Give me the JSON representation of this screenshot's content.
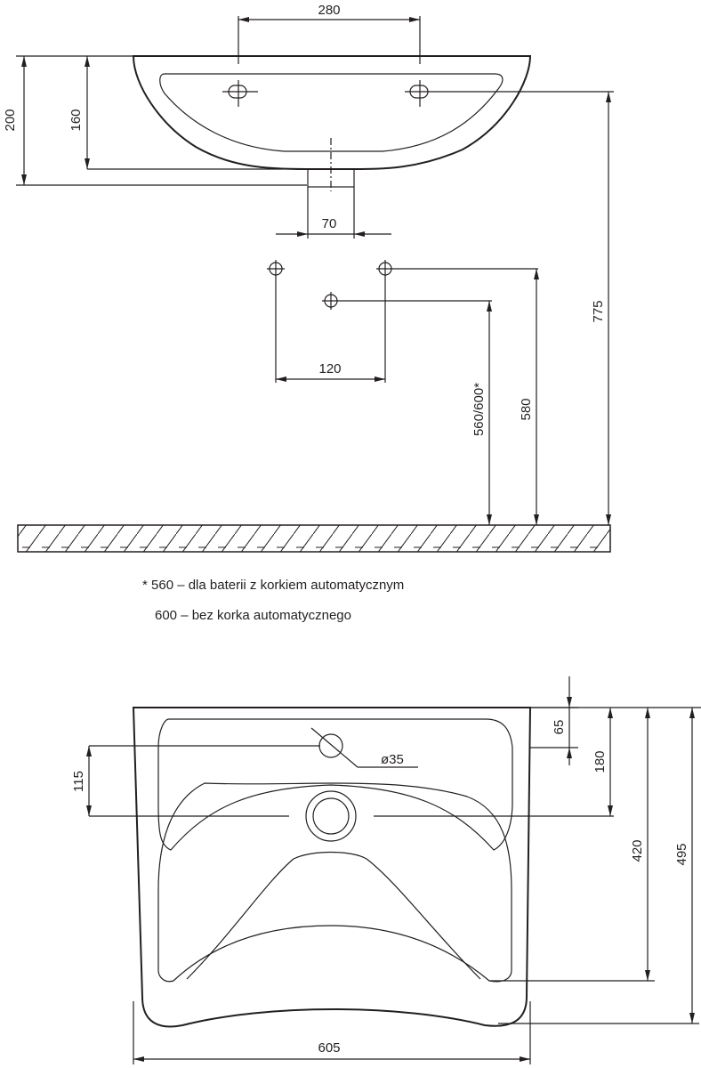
{
  "drawing": {
    "top_view_dims": {
      "tap_spacing": "280",
      "height_total": "200",
      "height_bowl": "160",
      "drain_width": "70",
      "hole_spacing": "120",
      "height_wall": "775",
      "height_holes": "580",
      "height_tap": "560/600*"
    },
    "notes": {
      "note1": "* 560 – dla baterii z korkiem automatycznym",
      "note2": "600 – bez korka automatycznego"
    },
    "plan_view_dims": {
      "tap_offset": "65",
      "tap_hole_diameter": "ø35",
      "drain_from_edge": "115",
      "drain_from_top": "180",
      "depth_inner": "420",
      "depth_total": "495",
      "width": "605"
    }
  }
}
